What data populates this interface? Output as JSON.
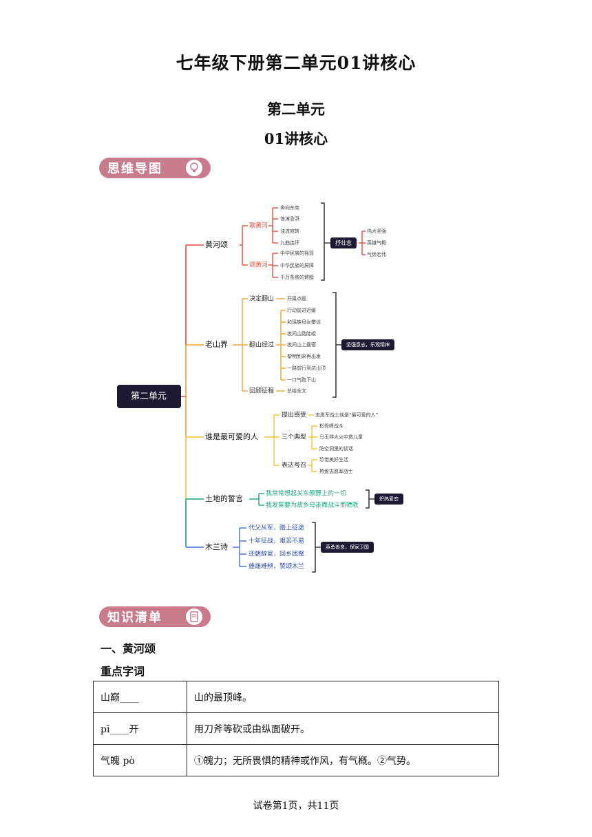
{
  "header": {
    "title": "七年级下册第二单元01讲核心",
    "unit": "第二单元",
    "lesson": "01讲核心"
  },
  "banners": {
    "mindmap": "思维导图",
    "knowledge": "知识清单"
  },
  "mindmap": {
    "root": "第二单元",
    "branches": [
      {
        "label": "黄河颂",
        "color": "#e64a3b",
        "groups": [
          {
            "label": "歌黄河",
            "items": [
              "奔向东南",
              "惊涛澎湃",
              "浊流宛转",
              "九曲连环"
            ]
          },
          {
            "label": "颂黄河",
            "items": [
              "中华民族的摇篮",
              "中华民族的屏障",
              "千万条铁的臂膀"
            ]
          }
        ],
        "summary": "抒壮志",
        "traits": [
          "伟大坚强",
          "英雄气概",
          "气势宏伟"
        ]
      },
      {
        "label": "老山界",
        "color": "#f0a32c",
        "groups": [
          {
            "label": "决定翻山",
            "note": "开篇点题"
          },
          {
            "label": "翻山经过",
            "items": [
              "行动前进迟缓",
              "和瑶族母女攀谈",
              "夜间山路陡峻",
              "夜间山上露宿",
              "黎明到来再出发",
              "一路前行到达山顶",
              "一口气跑下山"
            ]
          },
          {
            "label": "回顾征程",
            "note": "总结全文"
          }
        ],
        "summary": "坚强意志，乐观精神"
      },
      {
        "label": "谁是最可爱的人",
        "color": "#f2c12e",
        "groups": [
          {
            "label": "提出感受",
            "note": "志愿军战士就是“最可爱的人”"
          },
          {
            "label": "三个典型",
            "items": [
              "松骨峰战斗",
              "马玉祥大火中救儿童",
              "防空洞里的谈话"
            ]
          },
          {
            "label": "表达号召",
            "items": [
              "珍惜美好生活",
              "热爱志愿军战士"
            ]
          }
        ]
      },
      {
        "label": "土地的誓言",
        "color": "#1aa57c",
        "items": [
          "我常常想起关东原野上的一切",
          "我发誓要为故乡母亲而战斗而牺牲"
        ],
        "summary": "炽热爱恋"
      },
      {
        "label": "木兰诗",
        "color": "#3e6fd8",
        "items": [
          "代父从军，踏上征途",
          "十年征战，艰苦不易",
          "还朝辞官，回乡团聚",
          "雄雌难辨，赞颂木兰"
        ],
        "summary": "英勇善良，保家卫国"
      }
    ]
  },
  "section": {
    "heading": "一、黄河颂",
    "subheading": "重点字词"
  },
  "vocab": [
    {
      "word": "山巅____",
      "meaning": "山的最顶峰。"
    },
    {
      "word": "pī____开",
      "meaning": "用刀斧等砍或由纵面破开。"
    },
    {
      "word": "气魄 pò",
      "meaning": "①魄力；无所畏惧的精神或作风，有气概。②气势。"
    }
  ],
  "footer": "试卷第1页，共11页"
}
